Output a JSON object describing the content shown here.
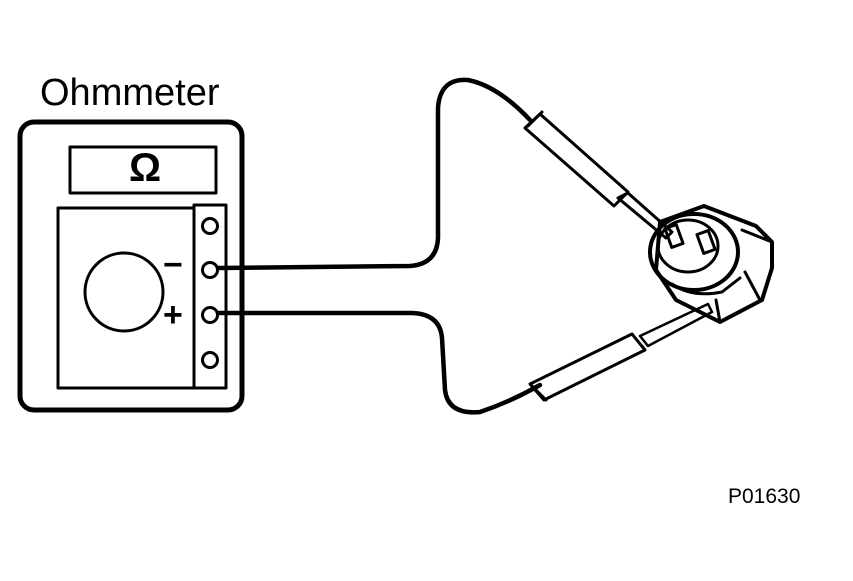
{
  "diagram": {
    "title": "Ohmmeter",
    "meter_symbol": "Ω",
    "terminal_negative": "−",
    "terminal_positive": "+",
    "figure_code": "P01630"
  },
  "icons": [
    "ohmmeter-icon",
    "test-probe-icon",
    "sensor-connector-icon"
  ],
  "colors": {
    "line": "#000000",
    "background": "#ffffff"
  }
}
